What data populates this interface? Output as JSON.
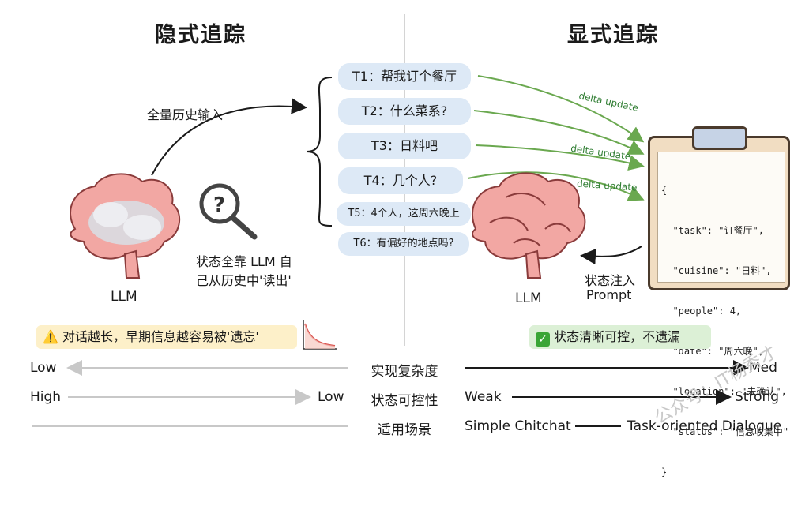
{
  "left": {
    "title": "隐式追踪",
    "history_label": "全量历史输入",
    "llm_label": "LLM",
    "note_line1": "状态全靠 LLM 自",
    "note_line2": "己从历史中'读出'",
    "warning": "对话越长，早期信息越容易被'遗忘'"
  },
  "right": {
    "title": "显式追踪",
    "llm_label": "LLM",
    "inject_line1": "状态注入",
    "inject_line2": "Prompt",
    "ok": "状态清晰可控，不遗漏",
    "delta_labels": [
      "delta update",
      "delta update",
      "delta update"
    ],
    "state_lines": [
      "{",
      "  \"task\": \"订餐厅\",",
      "  \"cuisine\": \"日料\",",
      "  \"people\": 4,",
      "  \"date\": \"周六晚\",",
      "  \"location\": \"未确认\",",
      "  \"status\": \"信息收集中\"",
      "}"
    ]
  },
  "turns": [
    "T1：帮我订个餐厅",
    "T2：什么菜系?",
    "T3：日料吧",
    "T4：几个人?",
    "T5：4个人，这周六晚上",
    "T6：有偏好的地点吗?"
  ],
  "comparison": [
    {
      "label": "实现复杂度",
      "left": "Low",
      "left_end": "",
      "right": "",
      "right_end": "Med"
    },
    {
      "label": "状态可控性",
      "left": "High",
      "left_end": "Low",
      "right": "Weak",
      "right_end": "Strong"
    },
    {
      "label": "适用场景",
      "left": "",
      "left_end": "",
      "right": "Simple Chitchat",
      "right_end": "Task-oriented Dialogue"
    }
  ],
  "watermark": "公众号：IT杨秀才",
  "colors": {
    "bubble": "#dde9f6",
    "delta": "#6aa84f",
    "brain": "#f2a7a3"
  }
}
